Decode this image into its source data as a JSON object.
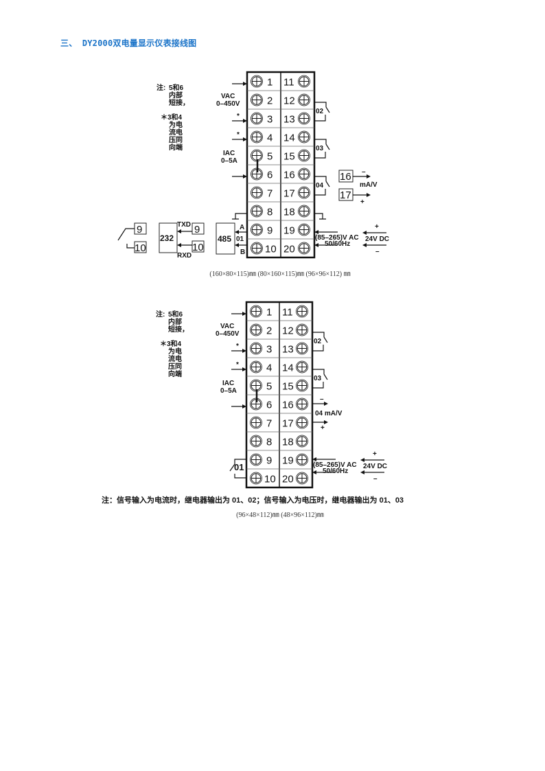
{
  "title": "三、 DY2000双电量显示仪表接线图",
  "diagram1": {
    "terminals_left": [
      "1",
      "2",
      "3",
      "4",
      "5",
      "6",
      "7",
      "8",
      "9",
      "10"
    ],
    "terminals_right": [
      "11",
      "12",
      "13",
      "14",
      "15",
      "16",
      "17",
      "18",
      "19",
      "20"
    ],
    "note_prefix": "注:",
    "note_lines": [
      "5和6",
      "内部",
      "短接，"
    ],
    "star_note": [
      "＊3和4",
      "为电",
      "流电",
      "压同",
      "向端"
    ],
    "vac": "VAC",
    "vac_range": "0–450V",
    "star": "*",
    "iac": "IAC",
    "iac_range": "0–5A",
    "relay_02": "02",
    "relay_03": "03",
    "relay_04": "04",
    "out16": "16",
    "out17": "17",
    "minus": "–",
    "plus": "+",
    "mav": "mA/V",
    "rs485": "485",
    "a": "A",
    "b": "B",
    "r01": "01",
    "rs232": "232",
    "txd": "TXD",
    "rxd": "RXD",
    "box9": "9",
    "box10": "10",
    "power_ac": "(85–265)V AC",
    "power_hz": "50/60Hz",
    "power_dc": "24V DC",
    "caption": "(160×80×115)㎜ (80×160×115)㎜ (96×96×112) ㎜"
  },
  "diagram2": {
    "terminals_left": [
      "1",
      "2",
      "3",
      "4",
      "5",
      "6",
      "7",
      "8",
      "9",
      "10"
    ],
    "terminals_right": [
      "11",
      "12",
      "13",
      "14",
      "15",
      "16",
      "17",
      "18",
      "19",
      "20"
    ],
    "note_prefix": "注:",
    "note_lines": [
      "5和6",
      "内部",
      "短接，"
    ],
    "star_note": [
      "＊3和4",
      "为电",
      "流电",
      "压同",
      "向端"
    ],
    "vac": "VAC",
    "vac_range": "0–450V",
    "star": "*",
    "iac": "IAC",
    "iac_range": "0–5A",
    "relay_02": "02",
    "relay_03": "03",
    "minus": "–",
    "plus": "+",
    "mav": "04 mA/V",
    "r01": "01",
    "power_ac": "(85–265)V AC",
    "power_hz": "50/60Hz",
    "power_dc": "24V DC",
    "note": "注：信号输入为电流时，继电器输出为 01、02；信号输入为电压时，继电器输出为 01、03",
    "caption": "(96×48×112)㎜ (48×96×112)㎜"
  }
}
